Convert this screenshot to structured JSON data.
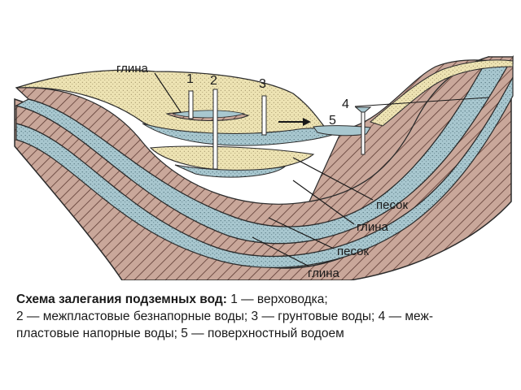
{
  "labels": {
    "clay_top": "глина",
    "sand_1": "песок",
    "clay_1": "глина",
    "sand_2": "песок",
    "clay_2": "глина"
  },
  "markers": [
    "1",
    "2",
    "3",
    "4",
    "5"
  ],
  "caption": {
    "title": "Схема залегания подземных вод:",
    "line1": "1 — верховодка;",
    "line2": "2 — межпластовые безнапорные воды; 3 — грунтовые воды; 4 — меж-",
    "line3": "пластовые напорные воды; 5 — поверхностный водоем"
  },
  "colors": {
    "clay": "#c9a79a",
    "sand": "#ede3b3",
    "water": "#a8c7cf",
    "outline": "#2b2b2b"
  }
}
